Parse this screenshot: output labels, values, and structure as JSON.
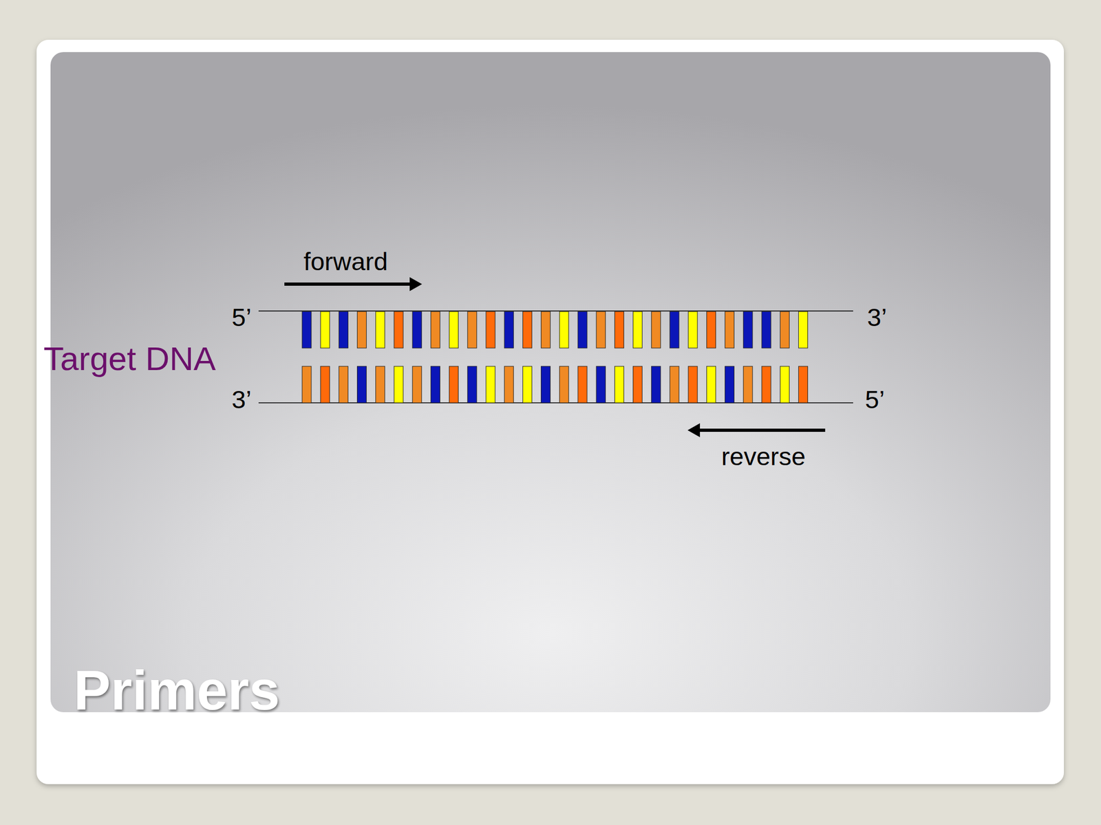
{
  "diagram": {
    "title": "Primers",
    "labels": [
      "forward",
      "5’",
      "3’",
      "Target DNA",
      "3’",
      "5’",
      "reverse"
    ]
  }
}
